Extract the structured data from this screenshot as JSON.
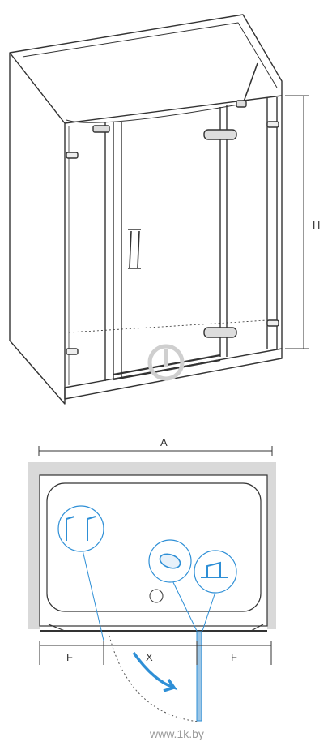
{
  "top_view": {
    "dimension_height_label": "H"
  },
  "plan_view": {
    "dimension_width_label": "A",
    "dimension_side_left_label": "F",
    "dimension_door_label": "X",
    "dimension_side_right_label": "F"
  },
  "watermark": {
    "text": "www.1k.by"
  },
  "colors": {
    "line": "#333333",
    "wall_gray": "#d9d9d9",
    "accent_blue": "#2e8fd6",
    "glass_blue": "#9cc6e6"
  },
  "icons": [
    "wall-hinge-icon",
    "door-hinge-icon",
    "wall-bracket-icon",
    "watermark-logo-icon",
    "swing-arrow-icon"
  ]
}
